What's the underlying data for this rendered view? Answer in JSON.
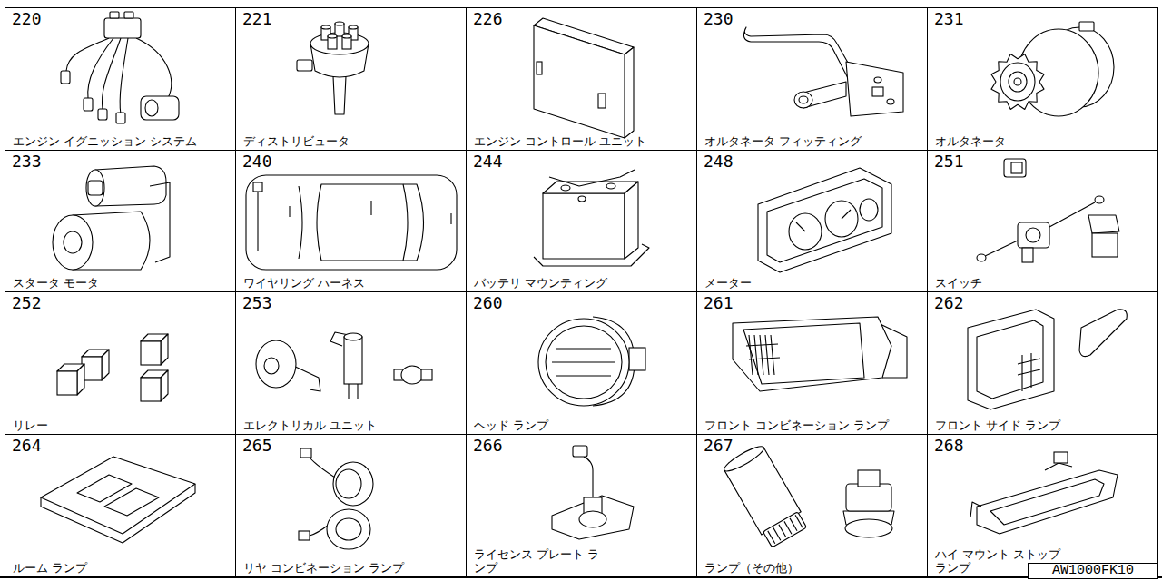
{
  "diagram": {
    "nodes": [
      {
        "text": [
          "220",
          "エンジン イグニッション システム"
        ]
      },
      {
        "text": [
          "221",
          "ディストリビュータ"
        ]
      },
      {
        "text": [
          "226",
          "エンジン コントロール ユニット"
        ]
      },
      {
        "text": [
          "230",
          "オルタネータ フィッティング"
        ]
      },
      {
        "text": [
          "231",
          "オルタネータ"
        ]
      },
      {
        "text": [
          "233",
          "スタータ モータ"
        ]
      },
      {
        "text": [
          "240",
          "ワイヤリング ハーネス"
        ]
      },
      {
        "text": [
          "244",
          "バッテリ マウンティング"
        ]
      },
      {
        "text": [
          "248",
          "メーター"
        ]
      },
      {
        "text": [
          "251",
          "スイッチ"
        ]
      },
      {
        "text": [
          "252",
          "リレー"
        ]
      },
      {
        "text": [
          "253",
          "エレクトリカル ユニット"
        ]
      },
      {
        "text": [
          "260",
          "ヘッド ランプ"
        ]
      },
      {
        "text": [
          "261",
          "フロント コンビネーション ランプ"
        ]
      },
      {
        "text": [
          "262",
          "フロント サイド ランプ"
        ]
      },
      {
        "text": [
          "264",
          "ルーム ランプ"
        ]
      },
      {
        "text": [
          "265",
          "リヤ コンビネーション ランプ"
        ]
      },
      {
        "text": [
          "266",
          "ライセンス プレート ランプ"
        ]
      },
      {
        "text": [
          "267",
          "ランプ（その他）"
        ]
      },
      {
        "text": [
          "268",
          "ハイ マウント ストップ ランプ"
        ]
      },
      {
        "text": [
          "AW1000FK10"
        ]
      }
    ]
  }
}
